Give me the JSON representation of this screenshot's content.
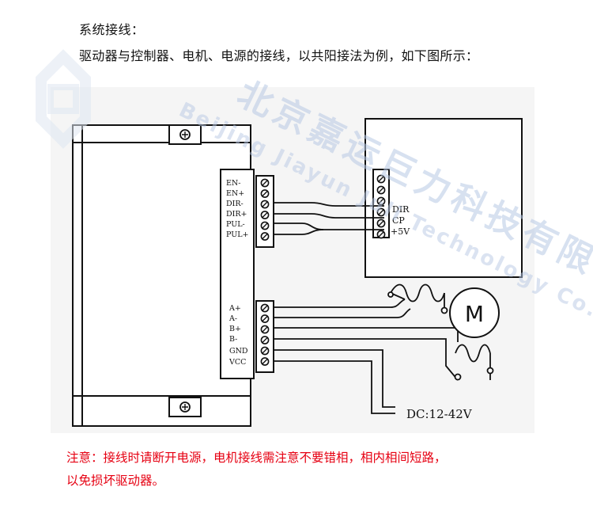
{
  "heading": "系统接线：",
  "intro": "驱动器与控制器、电机、电源的接线，以共阳接法为例，如下图所示：",
  "diagram": {
    "driver_signal_terminals": [
      "EN-",
      "EN+",
      "DIR-",
      "DIR+",
      "PUL-",
      "PUL+"
    ],
    "driver_power_terminals": [
      "A+",
      "A-",
      "B+",
      "B-",
      "GND",
      "VCC"
    ],
    "controller_terminals": [
      "DIR",
      "CP",
      "+5V"
    ],
    "motor_label": "M",
    "power_label": "DC:12-42V"
  },
  "watermark": {
    "company_cn": "北京嘉运巨力科技有限公司",
    "company_en": "Beijing Jiayun Juli Technology Co., Ltd."
  },
  "note": {
    "line1": "注意：接线时请断开电源，电机接线需注意不要错相，相内相间短路，",
    "line2": "以免损坏驱动器。"
  },
  "colors": {
    "note": "#e60012",
    "watermark": "#c9d6ea"
  }
}
